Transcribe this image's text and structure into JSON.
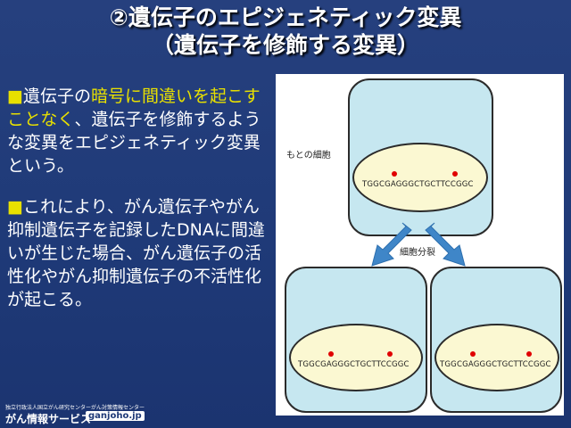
{
  "slide": {
    "title_line1": "②遺伝子のエピジェネティック変異",
    "title_line2": "（遺伝子を修飾する変異）",
    "bullet_symbol": "■",
    "para1": {
      "before": "遺伝子の",
      "highlight": "暗号に間違いを起こすことなく",
      "after": "、遺伝子を修飾するような変異をエピジェネティック変異という。"
    },
    "para2": {
      "text": "これにより、がん遺伝子やがん抑制遺伝子を記録したDNAに間違いが生じた場合、がん遺伝子の活性化やがん抑制遺伝子の不活性化が起こる。"
    }
  },
  "figure": {
    "original_cell_label": "もとの細胞",
    "division_label": "細胞分裂",
    "sequence_top": "TGGCGAGGGCTGCTTCCGGC",
    "sequence_left": "TGGCGAGGGCTGCTTCCGGC",
    "sequence_right": "TGGCGAGGGCTGCTTCCGGC",
    "dot_color": "#e00000",
    "arrow_color": "#3f86c8"
  },
  "logo": {
    "org_line": "独立行政法人国立がん研究センターがん対策情報センター",
    "name": "がん情報サービス",
    "domain": "ganjoho.jp"
  }
}
